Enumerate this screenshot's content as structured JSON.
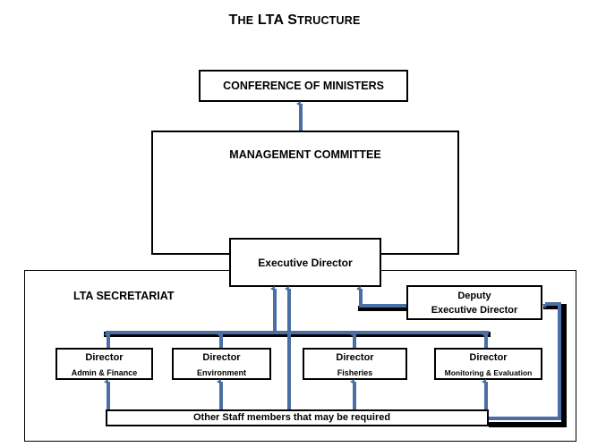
{
  "title": {
    "first_T": "T",
    "he": "HE",
    "lta": "LTA",
    "first_S": "S",
    "tructure": "TRUCTURE",
    "full": "The LTA Structure"
  },
  "boxes": {
    "conference": "CONFERENCE OF MINISTERS",
    "management": "MANAGEMENT COMMITTEE",
    "executive_director": "Executive Director",
    "secretariat": "LTA SECRETARIAT",
    "deputy_line1": "Deputy",
    "deputy_line2": "Executive Director",
    "other_staff": "Other Staff members that may be required"
  },
  "directors": [
    {
      "title": "Director",
      "unit": "Admin & Finance"
    },
    {
      "title": "Director",
      "unit": "Environment"
    },
    {
      "title": "Director",
      "unit": "Fisheries"
    },
    {
      "title": "Director",
      "unit": "Monitoring & Evaluation"
    }
  ],
  "colors": {
    "connector": "#4a6fa5",
    "shadow": "#000000",
    "border": "#000000"
  }
}
